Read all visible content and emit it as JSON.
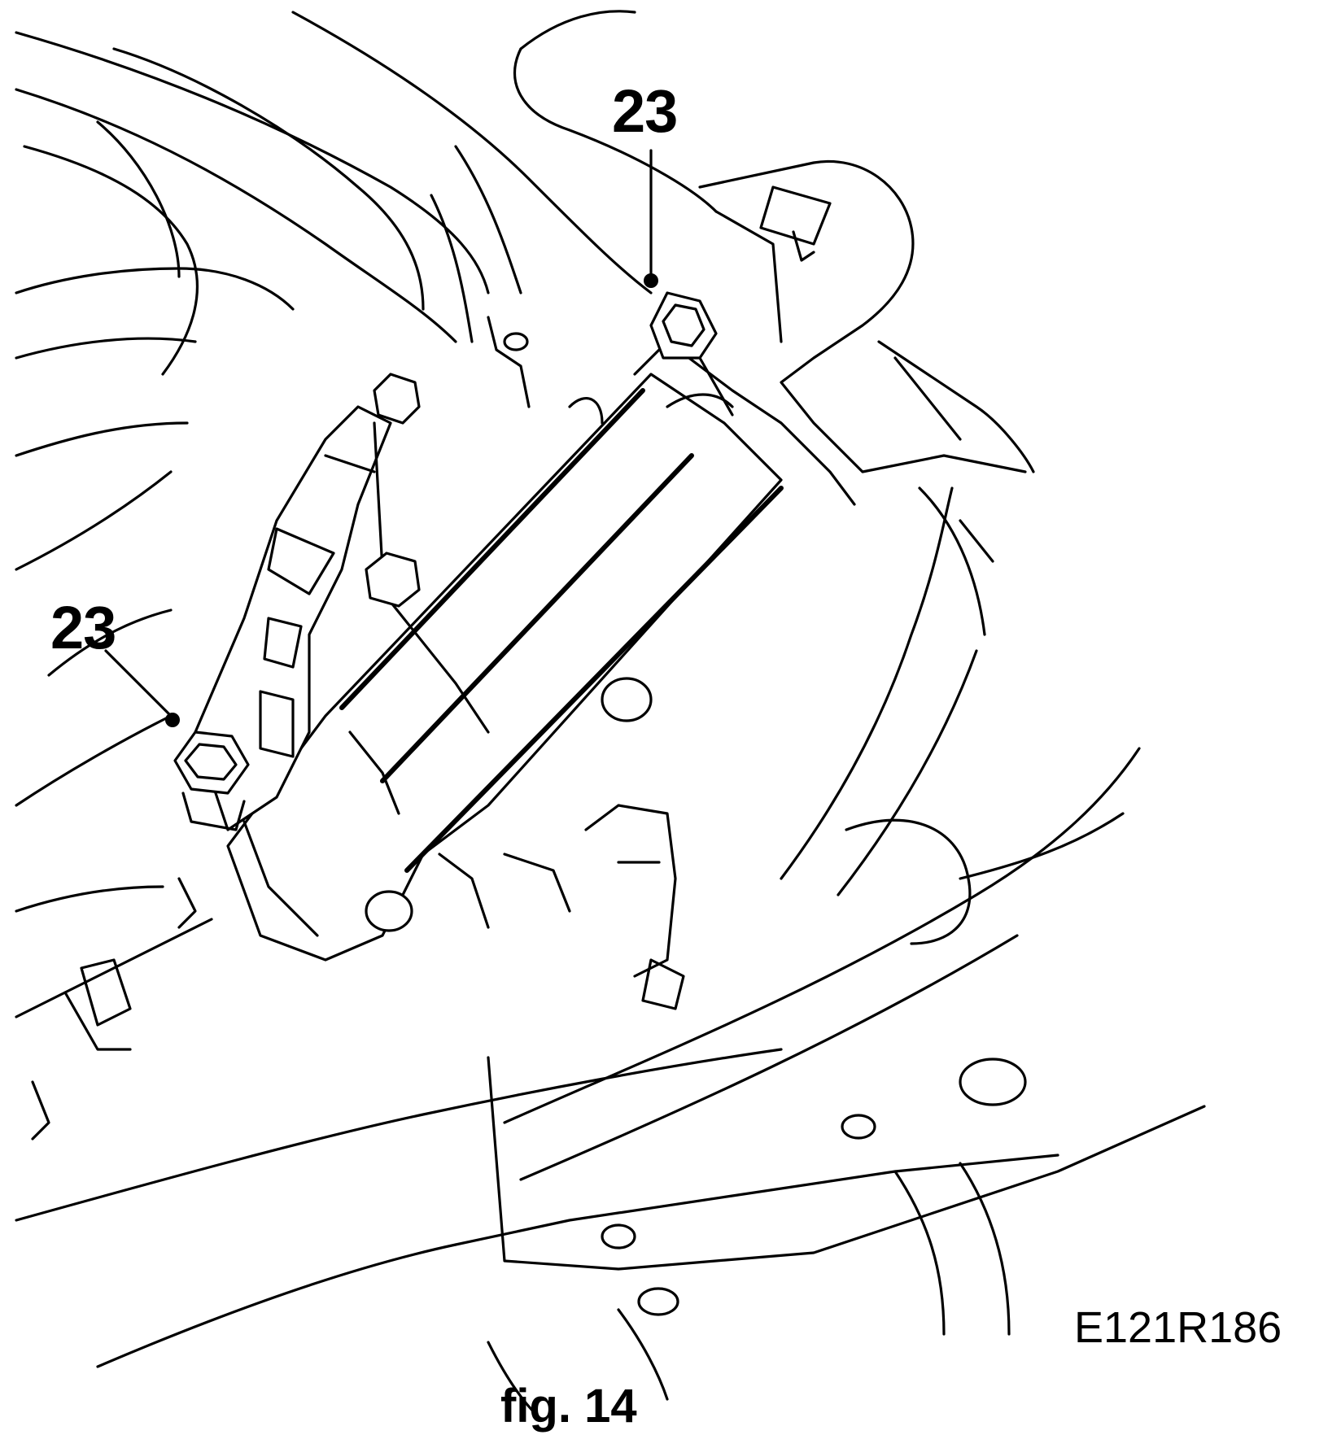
{
  "figure": {
    "callouts": [
      {
        "id": "top",
        "label": "23"
      },
      {
        "id": "left",
        "label": "23"
      }
    ],
    "drawing_code": "E121R186",
    "caption": "fig. 14"
  }
}
